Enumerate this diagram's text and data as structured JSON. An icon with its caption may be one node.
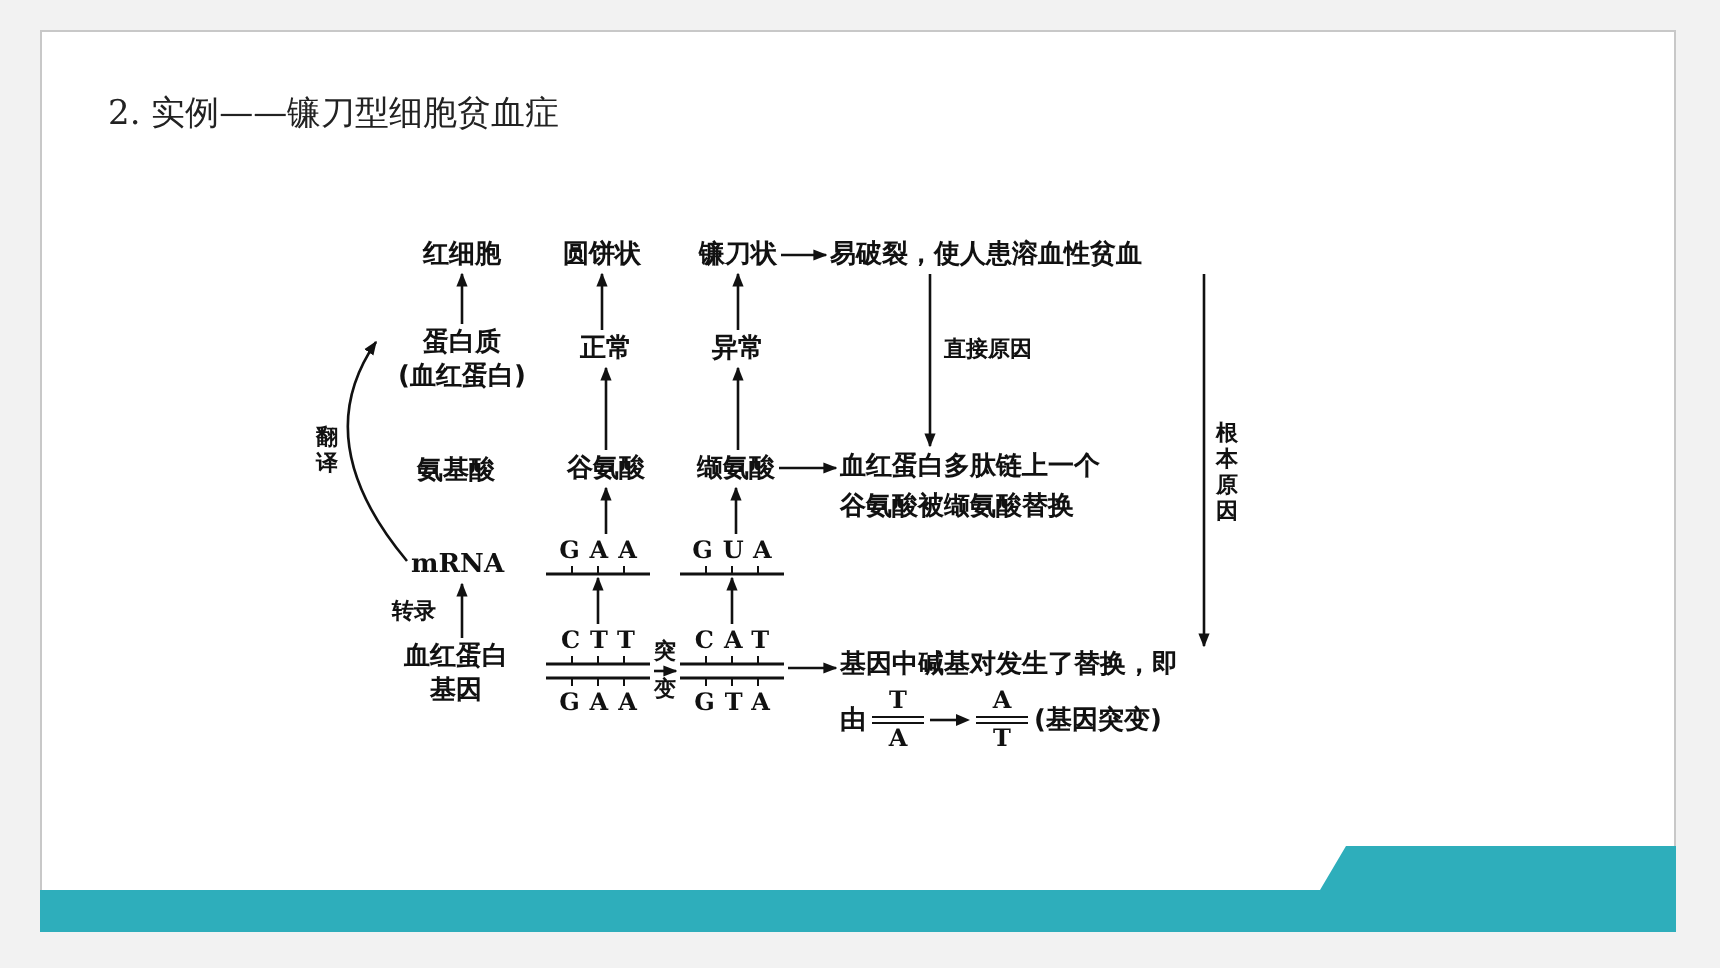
{
  "diagram": {
    "title": "2. 实例——镰刀型细胞贫血症",
    "nodes": [
      {
        "text": [
          "红细胞"
        ]
      },
      {
        "text": [
          "圆饼状"
        ]
      },
      {
        "text": [
          "镰刀状"
        ]
      },
      {
        "text": [
          "易破裂，使人患溶血性贫血"
        ]
      },
      {
        "text": [
          "蛋白质(血红蛋白)"
        ]
      },
      {
        "text": [
          "正常"
        ]
      },
      {
        "text": [
          "异常"
        ]
      },
      {
        "text": [
          "氨基酸"
        ]
      },
      {
        "text": [
          "谷氨酸"
        ]
      },
      {
        "text": [
          "缬氨酸"
        ]
      },
      {
        "text": [
          "血红蛋白多肽链上一个谷氨酸被缬氨酸替换"
        ]
      },
      {
        "text": [
          "mRNA"
        ]
      },
      {
        "text": [
          "GAA"
        ]
      },
      {
        "text": [
          "GUA"
        ]
      },
      {
        "text": [
          "血红蛋白基因"
        ]
      },
      {
        "text": [
          "CTT",
          "GAA"
        ]
      },
      {
        "text": [
          "CAT",
          "GTA"
        ]
      },
      {
        "text": [
          "基因中碱基对发生了替换，即",
          "由",
          "T",
          "A",
          "A",
          "T",
          "(基因突变)"
        ]
      }
    ],
    "edges": [
      {
        "from": 4,
        "to": 0,
        "arrow": "to"
      },
      {
        "from": 5,
        "to": 1,
        "arrow": "to"
      },
      {
        "from": 6,
        "to": 2,
        "arrow": "to"
      },
      {
        "from": 2,
        "to": 3,
        "arrow": "to"
      },
      {
        "from": 3,
        "to": 10,
        "arrow": "to",
        "label": "直接原因"
      },
      {
        "from": 3,
        "to": 17,
        "arrow": "to",
        "label": "根本原因"
      },
      {
        "from": 8,
        "to": 5,
        "arrow": "to"
      },
      {
        "from": 9,
        "to": 6,
        "arrow": "to"
      },
      {
        "from": 9,
        "to": 10,
        "arrow": "to"
      },
      {
        "from": 12,
        "to": 8,
        "arrow": "to"
      },
      {
        "from": 13,
        "to": 9,
        "arrow": "to"
      },
      {
        "from": 11,
        "to": 4,
        "arrow": "to",
        "label": "翻译"
      },
      {
        "from": 14,
        "to": 11,
        "arrow": "to",
        "label": "转录"
      },
      {
        "from": 15,
        "to": 12,
        "arrow": "to"
      },
      {
        "from": 16,
        "to": 13,
        "arrow": "to"
      },
      {
        "from": 15,
        "to": 16,
        "arrow": "to",
        "label": "突变"
      },
      {
        "from": 16,
        "to": 17,
        "arrow": "to"
      }
    ]
  }
}
